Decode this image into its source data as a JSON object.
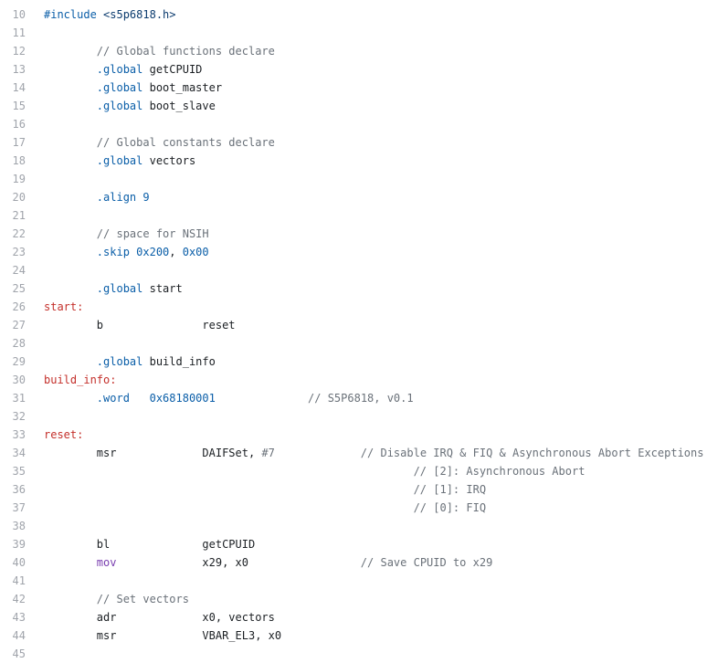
{
  "colors": {
    "background": "#ffffff",
    "line_number": "#a0a4ab",
    "plain": "#1b1f23",
    "directive": "#0a5ea8",
    "number": "#0a5ea8",
    "string": "#0b3b6e",
    "label": "#c4302b",
    "comment": "#6a7179",
    "keyword": "#7a3fb0",
    "immediate": "#6a7179"
  },
  "lines": [
    {
      "n": "10",
      "tokens": [
        [
          "dir",
          "#include"
        ],
        [
          "plain",
          " "
        ],
        [
          "str",
          "<s5p6818.h>"
        ]
      ]
    },
    {
      "n": "11",
      "tokens": []
    },
    {
      "n": "12",
      "tokens": [
        [
          "plain",
          "        "
        ],
        [
          "comment",
          "// Global functions declare"
        ]
      ]
    },
    {
      "n": "13",
      "tokens": [
        [
          "plain",
          "        "
        ],
        [
          "dir",
          ".global"
        ],
        [
          "plain",
          " getCPUID"
        ]
      ]
    },
    {
      "n": "14",
      "tokens": [
        [
          "plain",
          "        "
        ],
        [
          "dir",
          ".global"
        ],
        [
          "plain",
          " boot_master"
        ]
      ]
    },
    {
      "n": "15",
      "tokens": [
        [
          "plain",
          "        "
        ],
        [
          "dir",
          ".global"
        ],
        [
          "plain",
          " boot_slave"
        ]
      ]
    },
    {
      "n": "16",
      "tokens": []
    },
    {
      "n": "17",
      "tokens": [
        [
          "plain",
          "        "
        ],
        [
          "comment",
          "// Global constants declare"
        ]
      ]
    },
    {
      "n": "18",
      "tokens": [
        [
          "plain",
          "        "
        ],
        [
          "dir",
          ".global"
        ],
        [
          "plain",
          " vectors"
        ]
      ]
    },
    {
      "n": "19",
      "tokens": []
    },
    {
      "n": "20",
      "tokens": [
        [
          "plain",
          "        "
        ],
        [
          "dir",
          ".align"
        ],
        [
          "plain",
          " "
        ],
        [
          "num",
          "9"
        ]
      ]
    },
    {
      "n": "21",
      "tokens": []
    },
    {
      "n": "22",
      "tokens": [
        [
          "plain",
          "        "
        ],
        [
          "comment",
          "// space for NSIH"
        ]
      ]
    },
    {
      "n": "23",
      "tokens": [
        [
          "plain",
          "        "
        ],
        [
          "dir",
          ".skip"
        ],
        [
          "plain",
          " "
        ],
        [
          "num",
          "0x200"
        ],
        [
          "plain",
          ", "
        ],
        [
          "num",
          "0x00"
        ]
      ]
    },
    {
      "n": "24",
      "tokens": []
    },
    {
      "n": "25",
      "tokens": [
        [
          "plain",
          "        "
        ],
        [
          "dir",
          ".global"
        ],
        [
          "plain",
          " start"
        ]
      ]
    },
    {
      "n": "26",
      "tokens": [
        [
          "label",
          "start:"
        ]
      ]
    },
    {
      "n": "27",
      "tokens": [
        [
          "plain",
          "        b               reset"
        ]
      ]
    },
    {
      "n": "28",
      "tokens": []
    },
    {
      "n": "29",
      "tokens": [
        [
          "plain",
          "        "
        ],
        [
          "dir",
          ".global"
        ],
        [
          "plain",
          " build_info"
        ]
      ]
    },
    {
      "n": "30",
      "tokens": [
        [
          "label",
          "build_info:"
        ]
      ]
    },
    {
      "n": "31",
      "tokens": [
        [
          "plain",
          "        "
        ],
        [
          "dir",
          ".word"
        ],
        [
          "plain",
          "   "
        ],
        [
          "num",
          "0x68180001"
        ],
        [
          "plain",
          "              "
        ],
        [
          "comment",
          "// S5P6818, v0.1"
        ]
      ]
    },
    {
      "n": "32",
      "tokens": []
    },
    {
      "n": "33",
      "tokens": [
        [
          "label",
          "reset:"
        ]
      ]
    },
    {
      "n": "34",
      "tokens": [
        [
          "plain",
          "        msr             DAIFSet, "
        ],
        [
          "imm",
          "#7"
        ],
        [
          "plain",
          "             "
        ],
        [
          "comment",
          "// Disable IRQ & FIQ & Asynchronous Abort Exceptions"
        ]
      ]
    },
    {
      "n": "35",
      "tokens": [
        [
          "plain",
          "                                                        "
        ],
        [
          "comment",
          "// [2]: Asynchronous Abort"
        ]
      ]
    },
    {
      "n": "36",
      "tokens": [
        [
          "plain",
          "                                                        "
        ],
        [
          "comment",
          "// [1]: IRQ"
        ]
      ]
    },
    {
      "n": "37",
      "tokens": [
        [
          "plain",
          "                                                        "
        ],
        [
          "comment",
          "// [0]: FIQ"
        ]
      ]
    },
    {
      "n": "38",
      "tokens": []
    },
    {
      "n": "39",
      "tokens": [
        [
          "plain",
          "        bl              getCPUID"
        ]
      ]
    },
    {
      "n": "40",
      "tokens": [
        [
          "plain",
          "        "
        ],
        [
          "kw",
          "mov"
        ],
        [
          "plain",
          "             x29, x0                 "
        ],
        [
          "comment",
          "// Save CPUID to x29"
        ]
      ]
    },
    {
      "n": "41",
      "tokens": []
    },
    {
      "n": "42",
      "tokens": [
        [
          "plain",
          "        "
        ],
        [
          "comment",
          "// Set vectors"
        ]
      ]
    },
    {
      "n": "43",
      "tokens": [
        [
          "plain",
          "        adr             x0, vectors"
        ]
      ]
    },
    {
      "n": "44",
      "tokens": [
        [
          "plain",
          "        msr             VBAR_EL3, x0"
        ]
      ]
    },
    {
      "n": "45",
      "tokens": []
    }
  ]
}
